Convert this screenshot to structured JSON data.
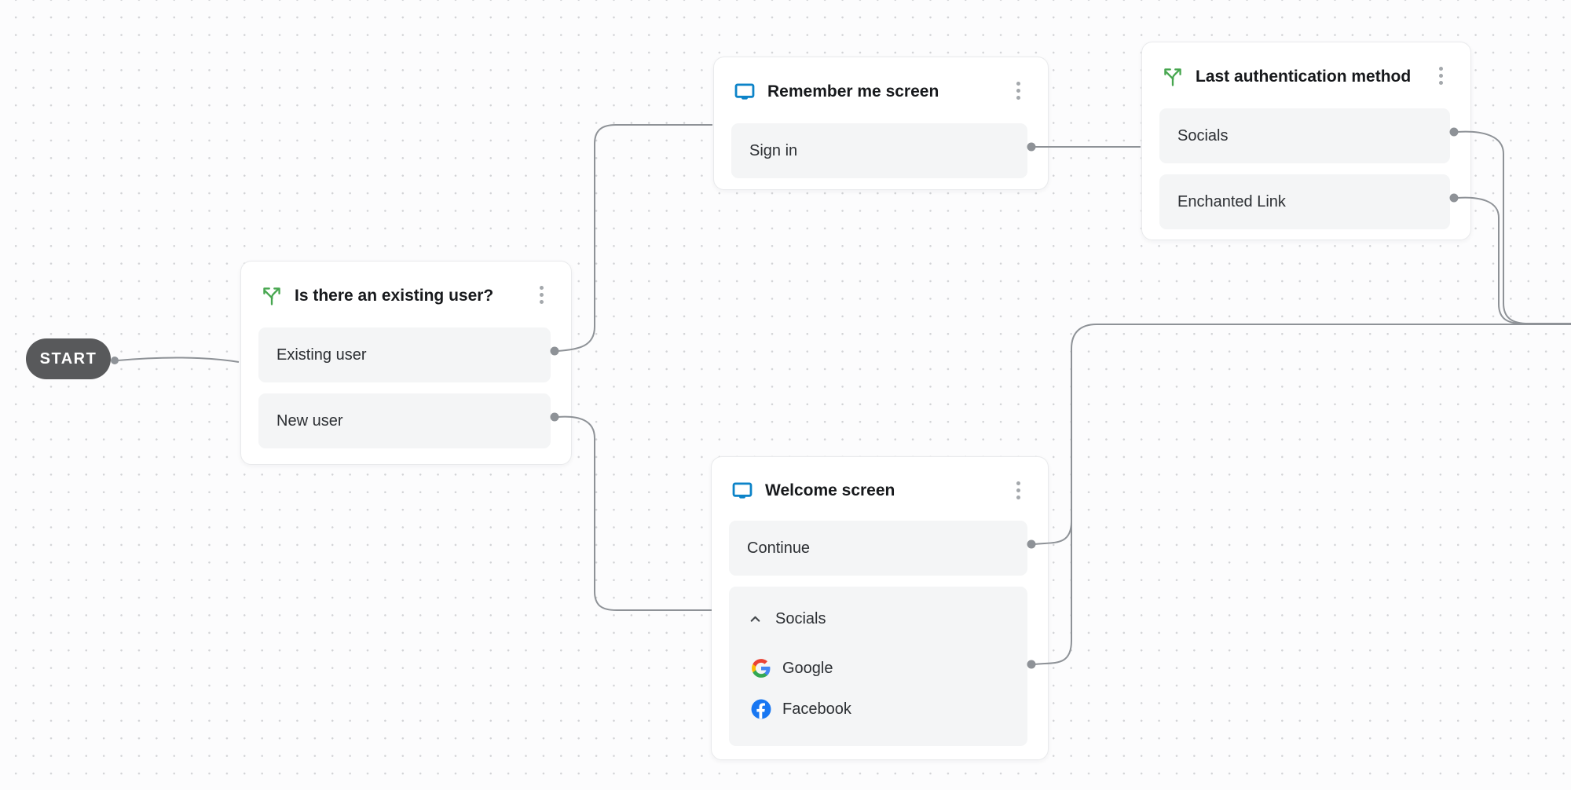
{
  "start": {
    "label": "START"
  },
  "nodes": [
    {
      "title": "Is there an existing user?",
      "type": "condition",
      "icon": "branch-split",
      "options": [
        {
          "label": "Existing user"
        },
        {
          "label": "New user"
        }
      ]
    },
    {
      "title": "Remember me screen",
      "type": "screen",
      "icon": "screen",
      "options": [
        {
          "label": "Sign in"
        }
      ]
    },
    {
      "title": "Last authentication method",
      "type": "condition",
      "icon": "branch-split",
      "options": [
        {
          "label": "Socials"
        },
        {
          "label": "Enchanted Link"
        }
      ]
    },
    {
      "title": "Welcome screen",
      "type": "screen",
      "icon": "screen",
      "options": [
        {
          "label": "Continue"
        }
      ],
      "group": {
        "label": "Socials",
        "items": [
          {
            "label": "Google",
            "icon": "google"
          },
          {
            "label": "Facebook",
            "icon": "facebook"
          }
        ]
      }
    }
  ],
  "colors": {
    "branch_icon_green": "#47A64F",
    "screen_icon_blue": "#0C83C8",
    "connector_gray": "#8E9297",
    "start_badge_gray": "#58595B",
    "row_background": "#F4F5F6",
    "google_blue": "#4285F4",
    "google_green": "#34A853",
    "google_yellow": "#FBBC05",
    "google_red": "#EA4335",
    "facebook_blue": "#1877F2"
  }
}
